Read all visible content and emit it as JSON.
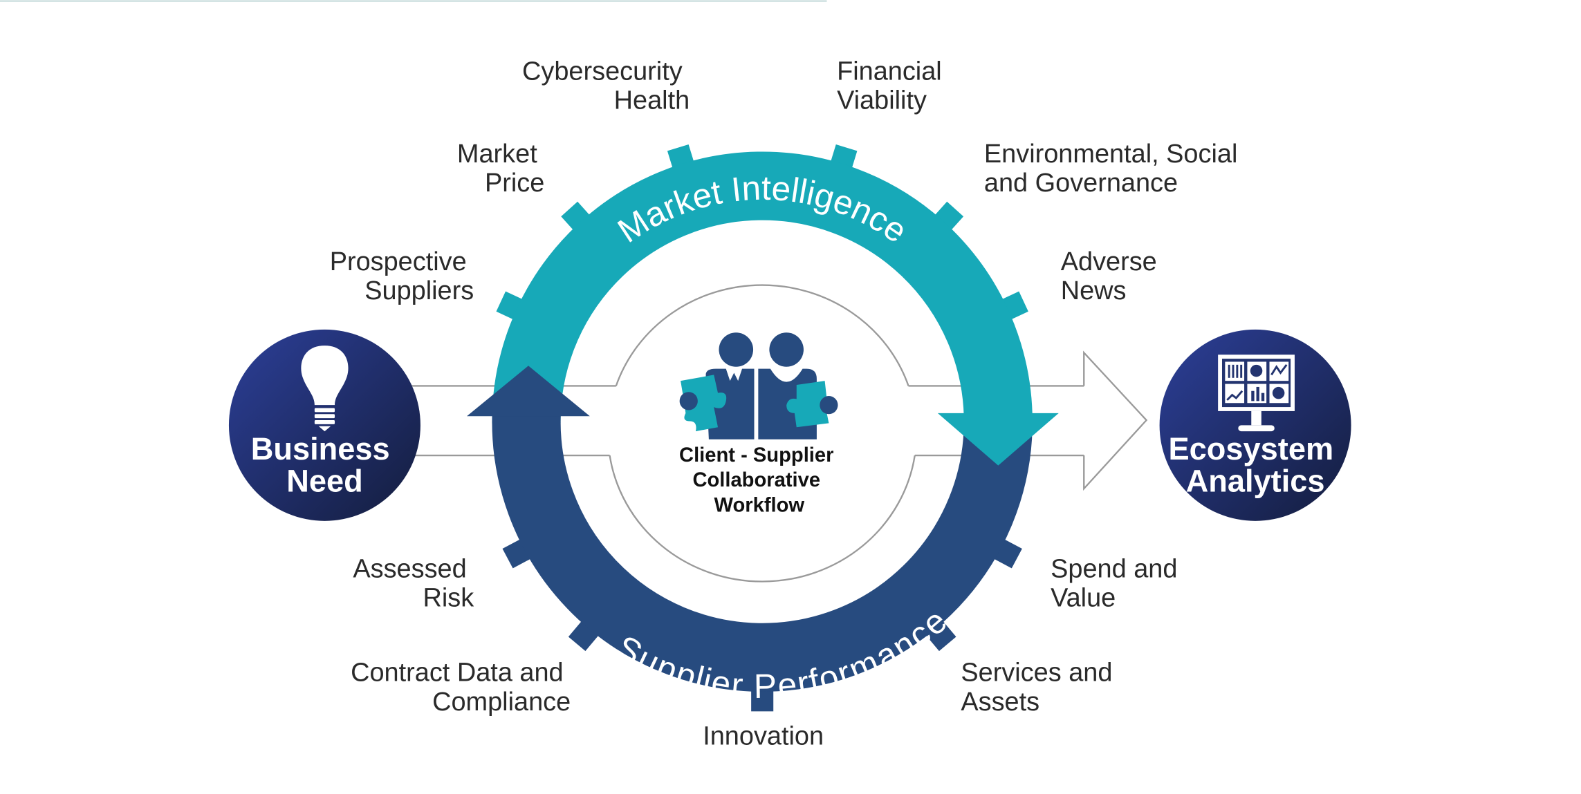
{
  "colors": {
    "teal": "#17a9b8",
    "blue": "#274b7f",
    "navy": "#1c2757",
    "arrow_outline": "#9a9a9a"
  },
  "ring": {
    "top_title": "Market Intelligence",
    "bottom_title": "Supplier Performance"
  },
  "left_node": {
    "line1": "Business",
    "line2": "Need",
    "icon": "lightbulb-icon"
  },
  "right_node": {
    "line1": "Ecosystem",
    "line2": "Analytics",
    "icon": "dashboard-monitor-icon"
  },
  "center": {
    "line1": "Client - Supplier",
    "line2": "Collaborative",
    "line3": "Workflow",
    "icon": "collaborating-people-puzzle-icon"
  },
  "market_intelligence_items": [
    {
      "line1": "Prospective",
      "line2": "Suppliers"
    },
    {
      "line1": "Market",
      "line2": "Price"
    },
    {
      "line1": "Cybersecurity",
      "line2": "Health"
    },
    {
      "line1": "Financial",
      "line2": "Viability"
    },
    {
      "line1": "Environmental, Social",
      "line2": "and Governance"
    },
    {
      "line1": "Adverse",
      "line2": "News"
    }
  ],
  "supplier_performance_items": [
    {
      "line1": "Spend and",
      "line2": "Value"
    },
    {
      "line1": "Services and",
      "line2": "Assets"
    },
    {
      "line1": "Innovation"
    },
    {
      "line1": "Contract Data and",
      "line2": "Compliance"
    },
    {
      "line1": "Assessed",
      "line2": "Risk"
    }
  ]
}
